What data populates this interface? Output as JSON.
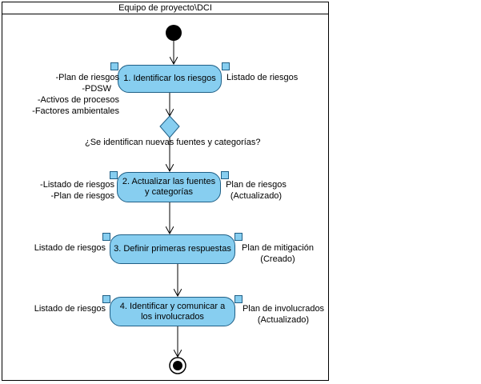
{
  "frame": {
    "title": "Equipo de proyecto\\DCI"
  },
  "actions": [
    {
      "label": "1. Identificar los riesgos"
    },
    {
      "label": "2. Actualizar las fuentes y categorías"
    },
    {
      "label": "3. Definir primeras respuestas"
    },
    {
      "label": "4. Identificar y comunicar a los involucrados"
    }
  ],
  "decision": {
    "label": "¿Se identifican nuevas fuentes y categorías?"
  },
  "inputs": {
    "a1": [
      "-Plan de riesgos",
      "-PDSW",
      "-Activos de procesos",
      "-Factores ambientales"
    ],
    "a2": [
      "-Listado de riesgos",
      "-Plan de riesgos"
    ],
    "a3": [
      "Listado de riesgos"
    ],
    "a4": [
      "Listado de riesgos"
    ]
  },
  "outputs": {
    "a1": [
      "Listado de riesgos"
    ],
    "a2": [
      "Plan de riesgos",
      "(Actualizado)"
    ],
    "a3": [
      "Plan de mitigación",
      "(Creado)"
    ],
    "a4": [
      "Plan de involucrados",
      "(Actualizado)"
    ]
  }
}
